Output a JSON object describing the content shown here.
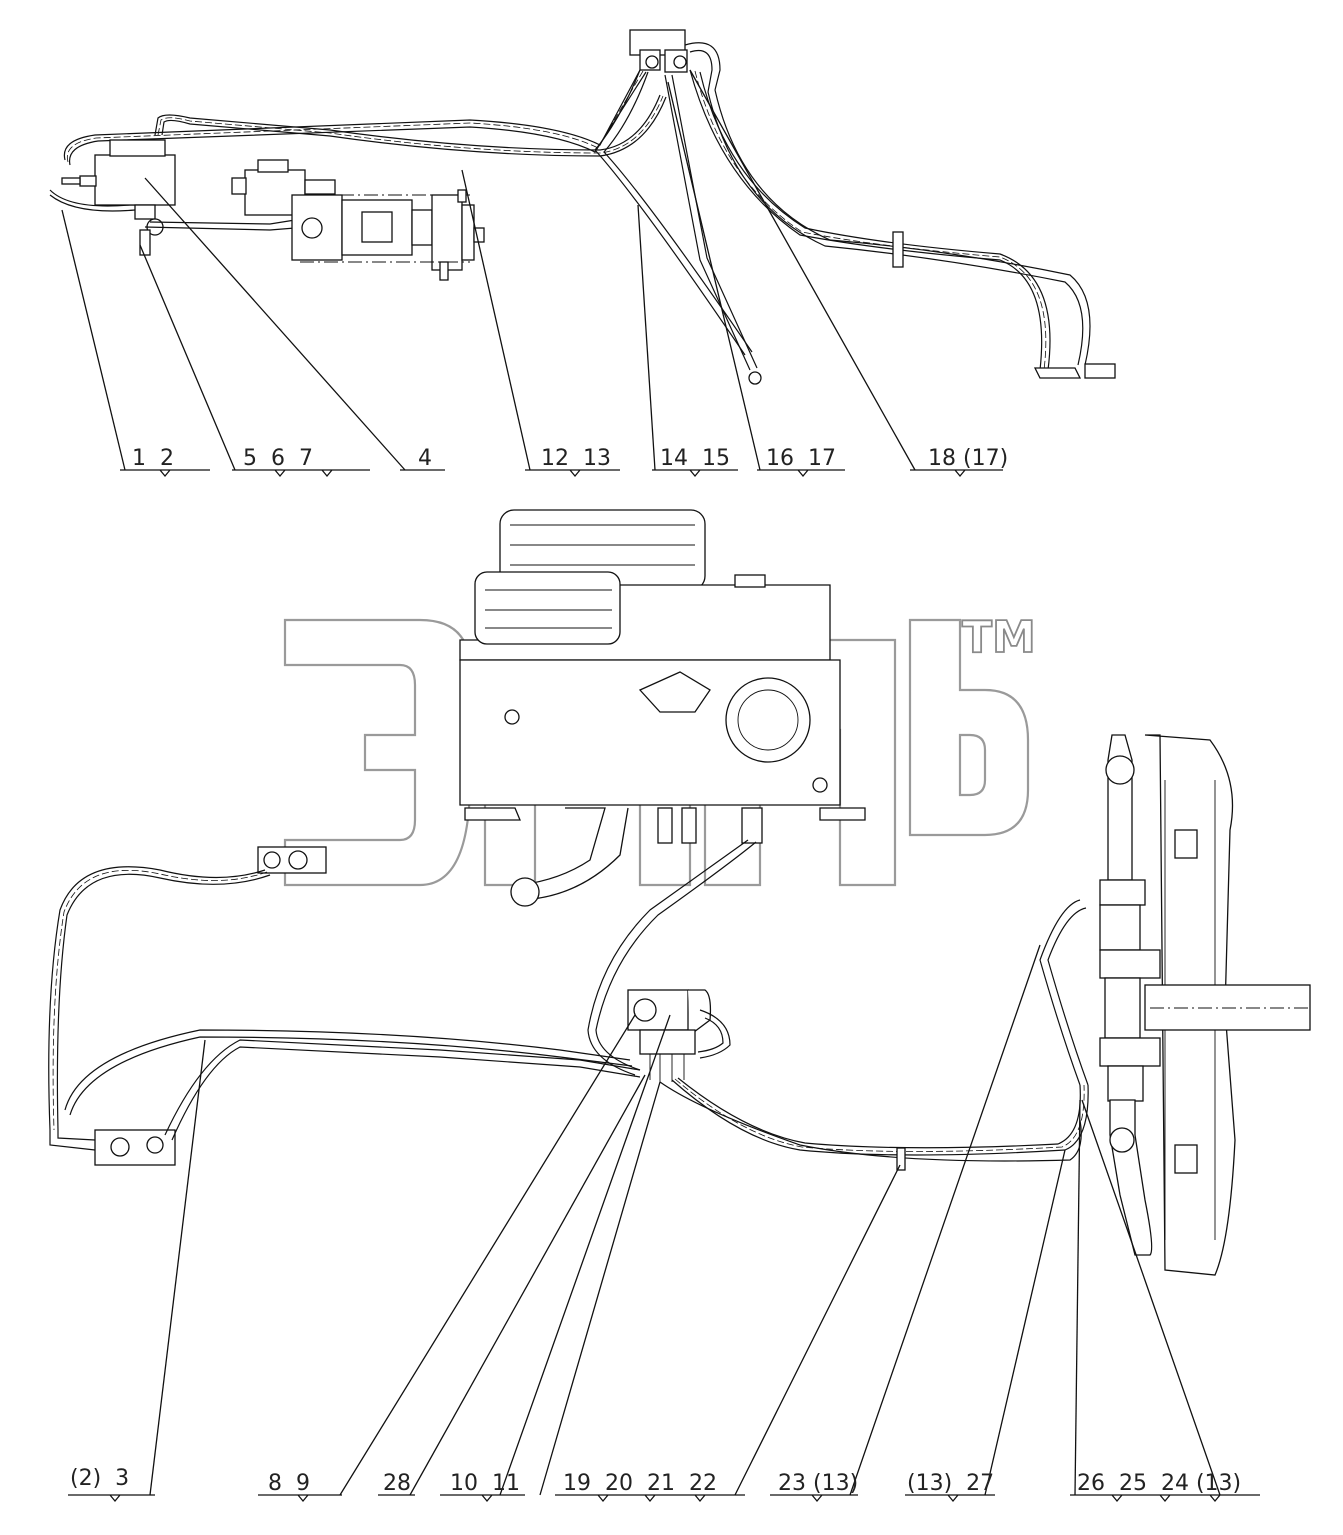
{
  "callouts": [
    {
      "id": "c1",
      "text": "1  2"
    },
    {
      "id": "c2",
      "text": "5  6  7"
    },
    {
      "id": "c3",
      "text": "4"
    },
    {
      "id": "c4",
      "text": "12  13"
    },
    {
      "id": "c5",
      "text": "14  15"
    },
    {
      "id": "c6",
      "text": "16  17"
    },
    {
      "id": "c7",
      "text": "18 (17)"
    },
    {
      "id": "c8",
      "text": "(2)  3"
    },
    {
      "id": "c9",
      "text": "8  9"
    },
    {
      "id": "c10",
      "text": "28"
    },
    {
      "id": "c11",
      "text": "10  11"
    },
    {
      "id": "c12",
      "text": "19  20  21  22"
    },
    {
      "id": "c13",
      "text": "23 (13)"
    },
    {
      "id": "c14",
      "text": "(13)  27"
    },
    {
      "id": "c15",
      "text": "26  25  24 (13)"
    }
  ],
  "watermark": {
    "trademark": "TM"
  }
}
